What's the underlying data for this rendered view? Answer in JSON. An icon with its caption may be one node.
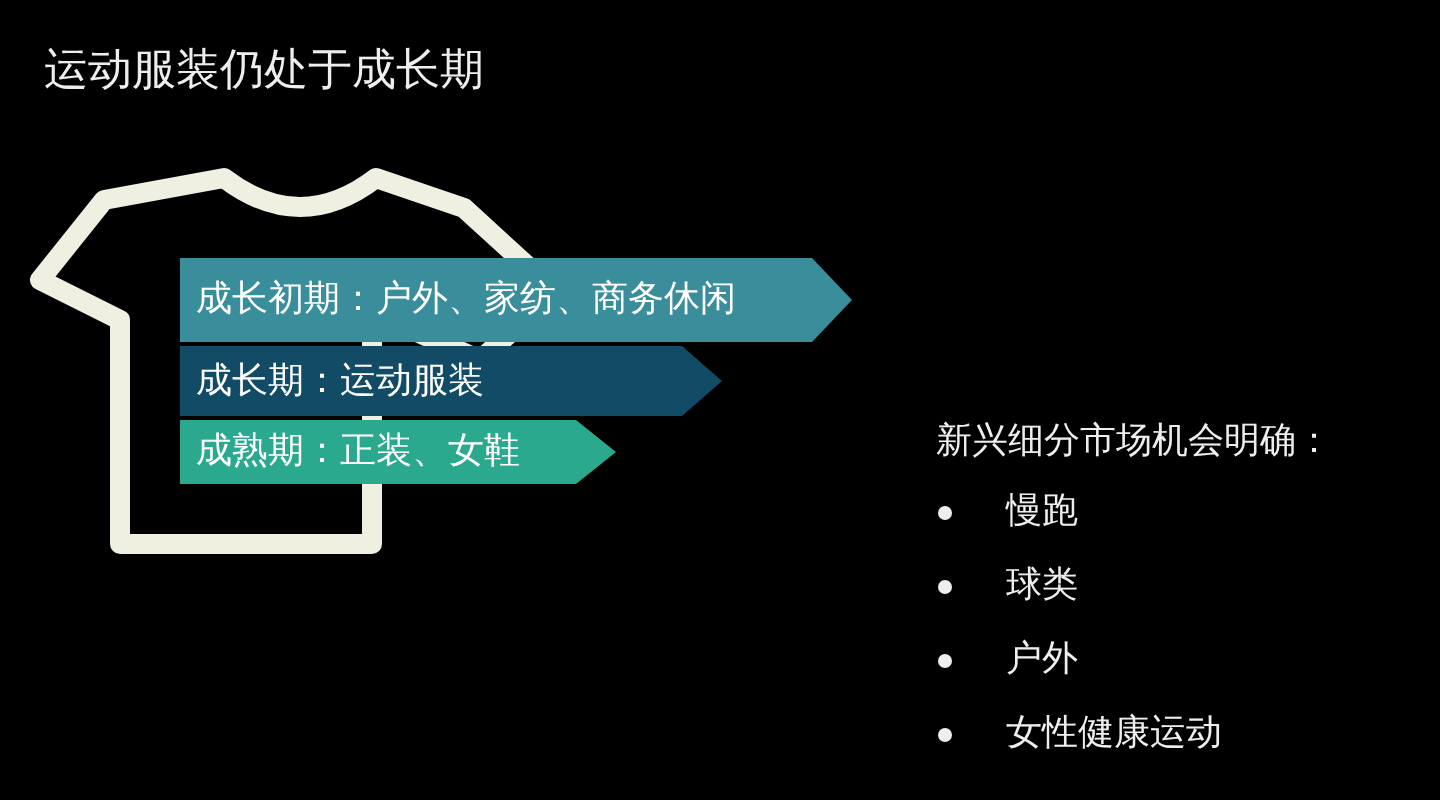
{
  "diagram": {
    "title": "运动服装仍处于成长期",
    "nodes": [
      {
        "text": [
          "成长初期：户外、家纺、商务休闲"
        ]
      },
      {
        "text": [
          "成长期：运动服装"
        ]
      },
      {
        "text": [
          "成熟期：正装、女鞋"
        ]
      }
    ],
    "labels": [
      "新兴细分市场机会明确：",
      "慢跑",
      "球类",
      "户外",
      "女性健康运动"
    ]
  }
}
